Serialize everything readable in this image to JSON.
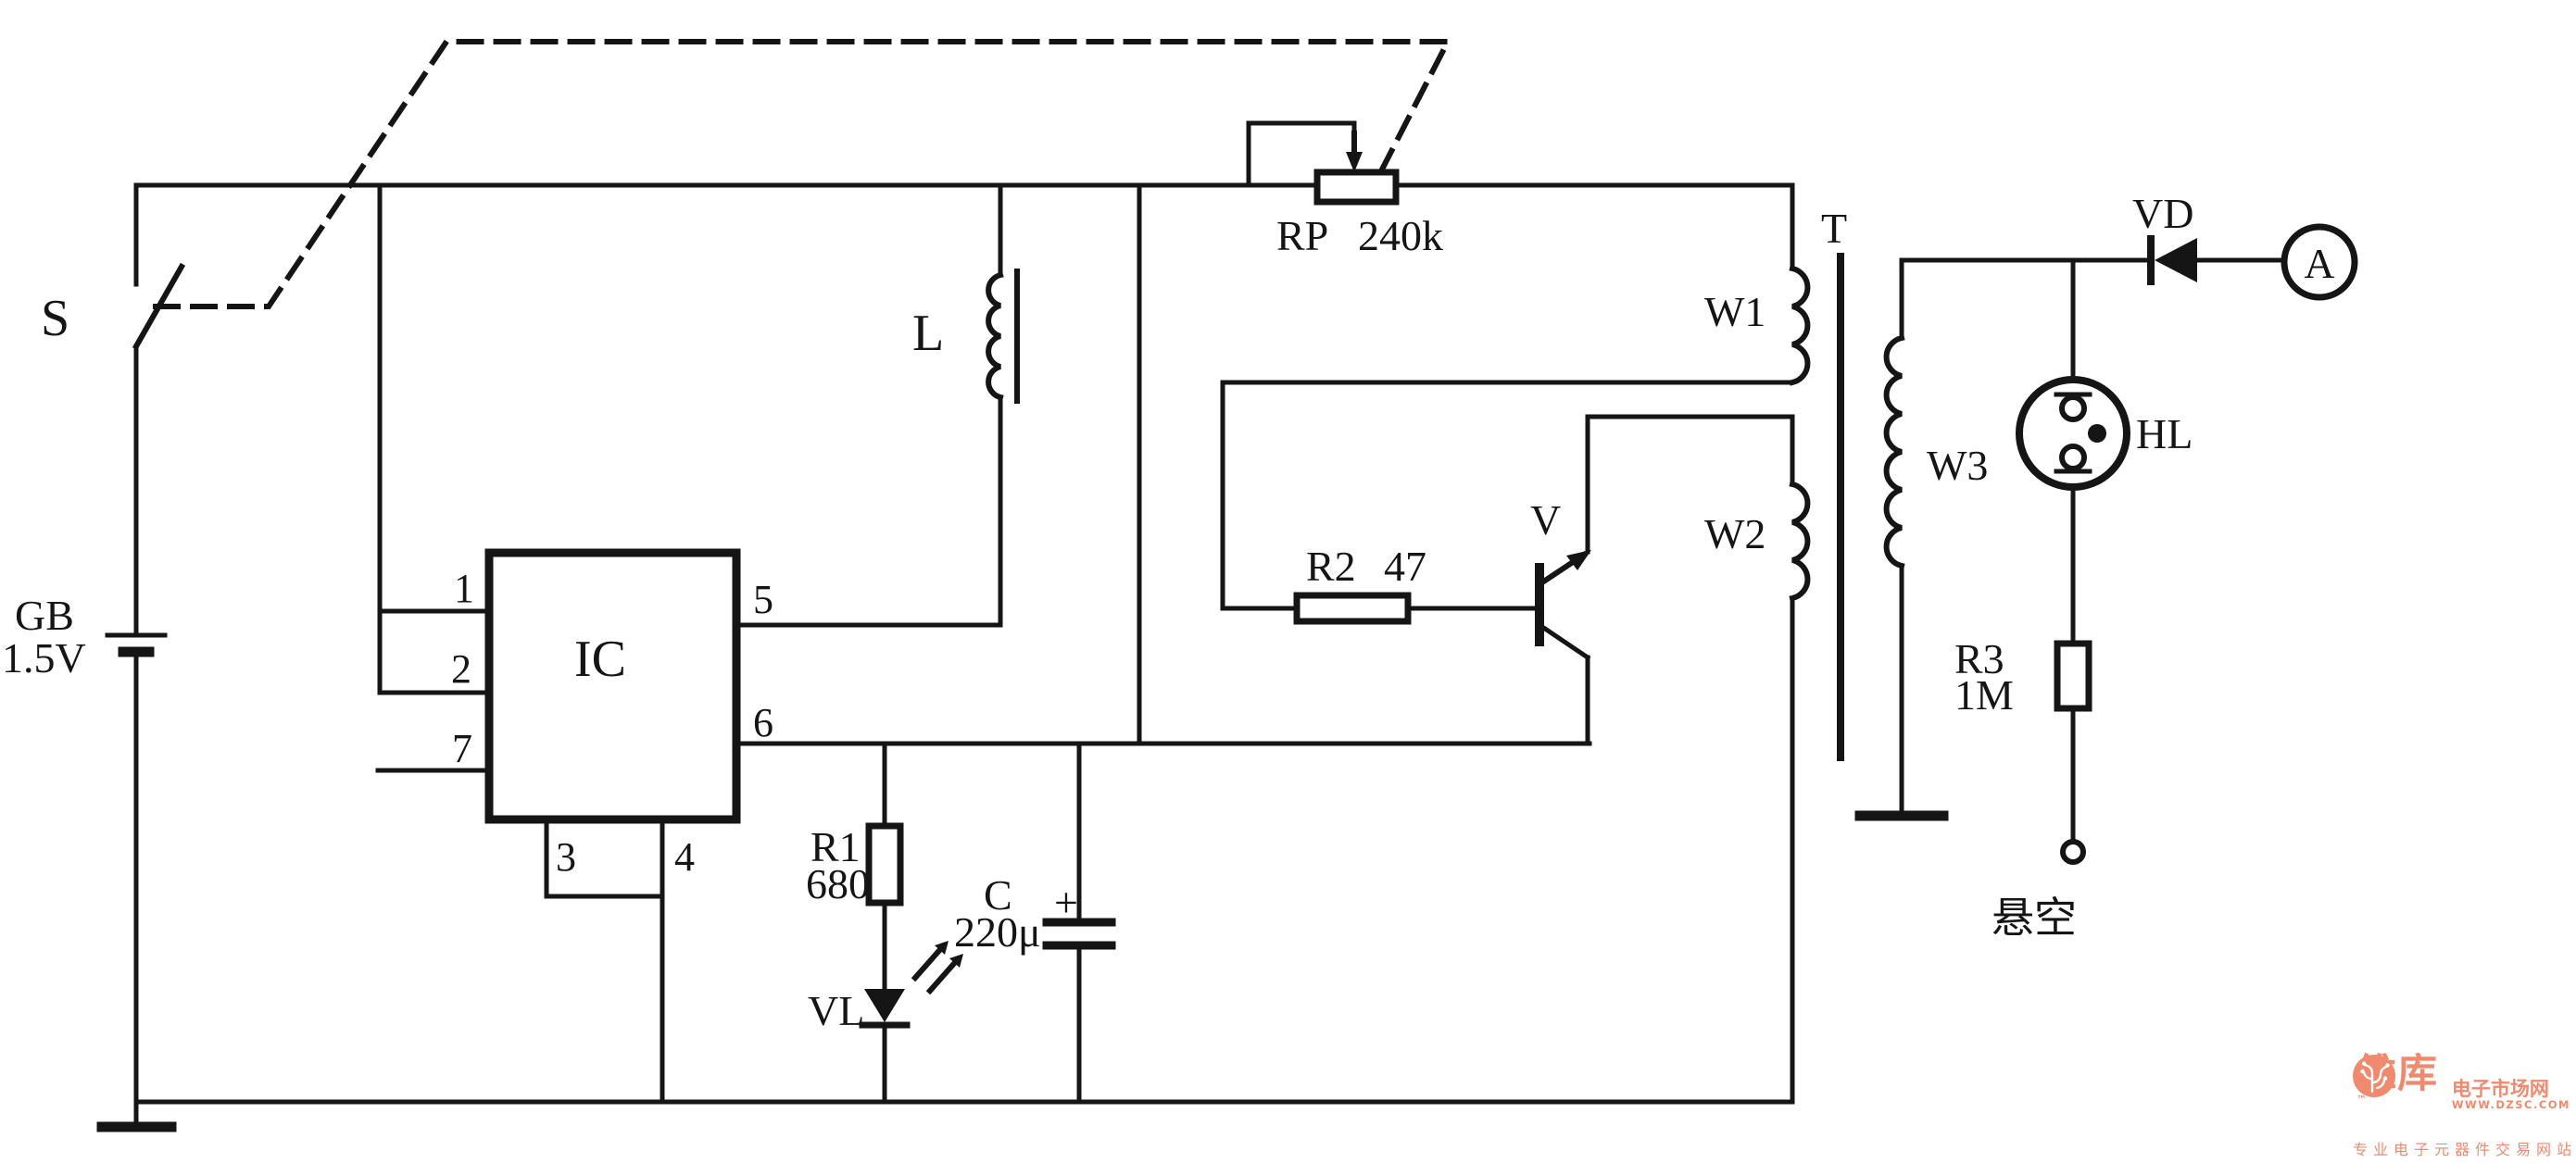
{
  "colors": {
    "ink": "#151515",
    "paper": "#ffffff",
    "watermark": "#ef8a6e"
  },
  "components": {
    "battery": {
      "ref": "GB",
      "value": "1.5V"
    },
    "switch": {
      "ref": "S"
    },
    "ic": {
      "ref": "IC",
      "pins": {
        "p1": "1",
        "p2": "2",
        "p3": "3",
        "p4": "4",
        "p5": "5",
        "p6": "6",
        "p7": "7"
      }
    },
    "inductor": {
      "ref": "L"
    },
    "potentiometer": {
      "ref": "RP",
      "value": "240k"
    },
    "resistor1": {
      "ref": "R1",
      "value": "680"
    },
    "capacitor": {
      "ref": "C",
      "value": "220μ",
      "polarity": "+"
    },
    "led": {
      "ref": "VL"
    },
    "resistor2": {
      "ref": "R2",
      "value": "47"
    },
    "transistor": {
      "ref": "V"
    },
    "transformer": {
      "ref": "T",
      "winding1": "W1",
      "winding2": "W2",
      "winding3": "W3"
    },
    "diode": {
      "ref": "VD"
    },
    "ammeter": {
      "ref": "A"
    },
    "socket": {
      "ref": "HL"
    },
    "resistor3": {
      "ref": "R3",
      "value": "1M"
    },
    "floating": {
      "label": "悬空"
    }
  },
  "watermark": {
    "brand": "维库",
    "tm": "™",
    "suffix": "电子市场网",
    "url": "WWW.DZSC.COM",
    "tagline": "专业电子元器件交易网站"
  }
}
